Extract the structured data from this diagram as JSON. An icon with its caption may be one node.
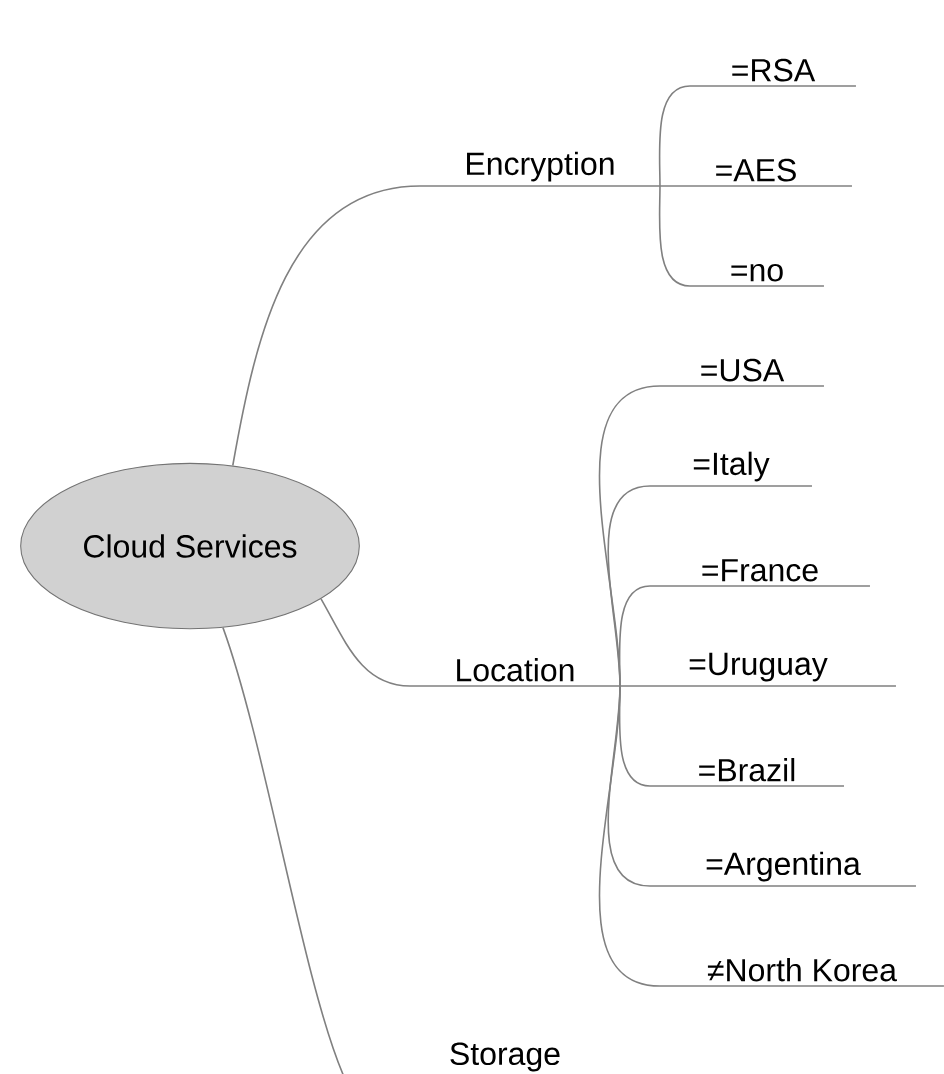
{
  "diagram": {
    "nodes": [
      {
        "text": [
          "Cloud Services"
        ]
      },
      {
        "text": [
          "Encryption"
        ]
      },
      {
        "text": [
          "=RSA"
        ]
      },
      {
        "text": [
          "=AES"
        ]
      },
      {
        "text": [
          "=no"
        ]
      },
      {
        "text": [
          "Location"
        ]
      },
      {
        "text": [
          "=USA"
        ]
      },
      {
        "text": [
          "=Italy"
        ]
      },
      {
        "text": [
          "=France"
        ]
      },
      {
        "text": [
          "=Uruguay"
        ]
      },
      {
        "text": [
          "=Brazil"
        ]
      },
      {
        "text": [
          "=Argentina"
        ]
      },
      {
        "text": [
          "≠North Korea"
        ]
      },
      {
        "text": [
          "Storage"
        ]
      }
    ],
    "edges": [
      {
        "from": 0,
        "to": 1,
        "arrow": "none"
      },
      {
        "from": 1,
        "to": 2,
        "arrow": "none"
      },
      {
        "from": 1,
        "to": 3,
        "arrow": "none"
      },
      {
        "from": 1,
        "to": 4,
        "arrow": "none"
      },
      {
        "from": 0,
        "to": 5,
        "arrow": "none"
      },
      {
        "from": 5,
        "to": 6,
        "arrow": "none"
      },
      {
        "from": 5,
        "to": 7,
        "arrow": "none"
      },
      {
        "from": 5,
        "to": 8,
        "arrow": "none"
      },
      {
        "from": 5,
        "to": 9,
        "arrow": "none"
      },
      {
        "from": 5,
        "to": 10,
        "arrow": "none"
      },
      {
        "from": 5,
        "to": 11,
        "arrow": "none"
      },
      {
        "from": 5,
        "to": 12,
        "arrow": "none"
      },
      {
        "from": 0,
        "to": 13,
        "arrow": "none"
      }
    ]
  }
}
